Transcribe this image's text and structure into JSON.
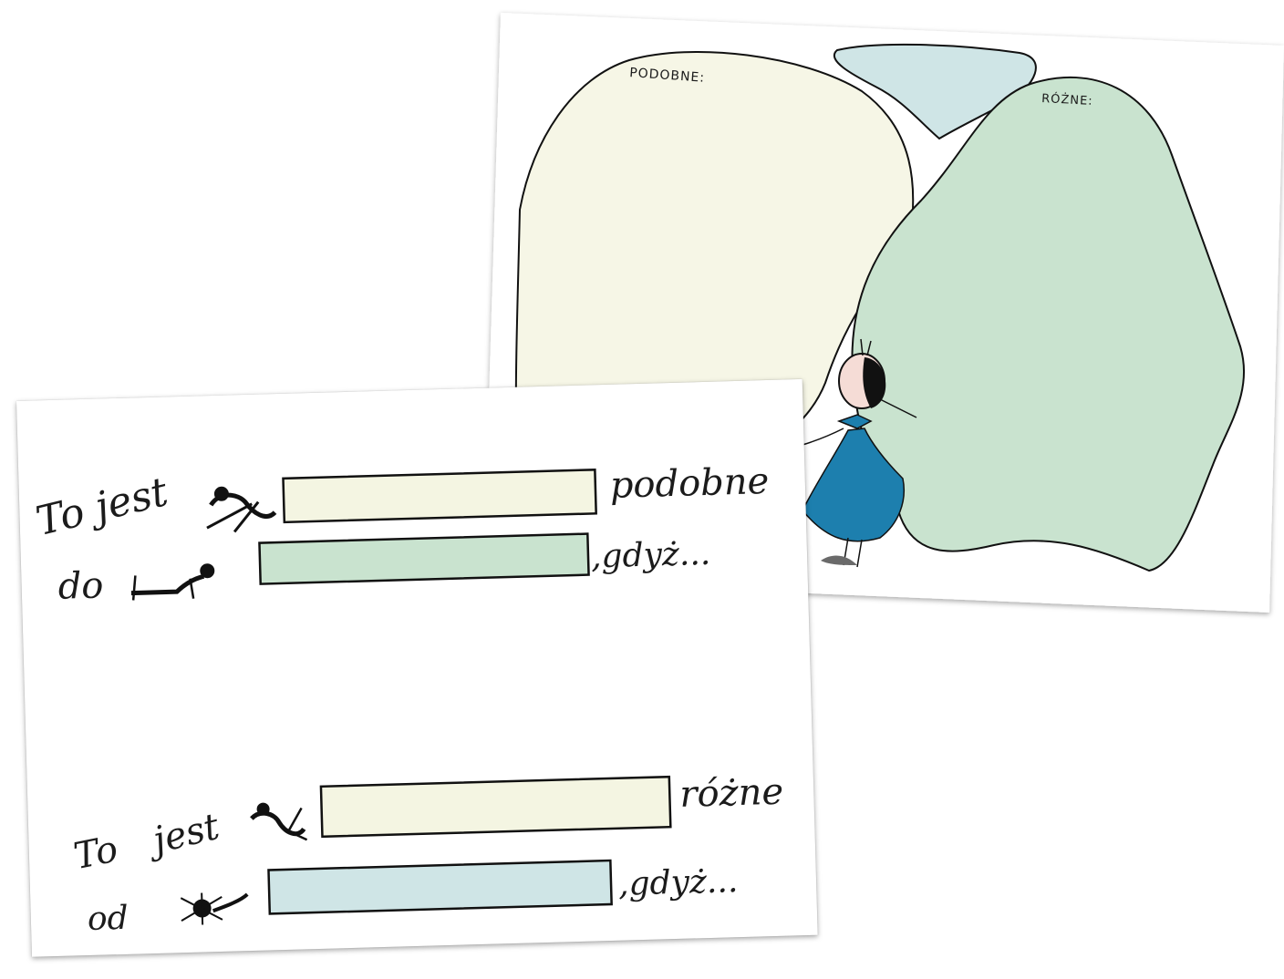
{
  "back_card": {
    "label_similar": "PODOBNE:",
    "label_different": "RÓŻNE:",
    "colors": {
      "similar_blob": "#f6f6e6",
      "different_blob": "#c9e3cf",
      "small_blob": "#cfe5e6",
      "dress": "#1d7fae",
      "outline": "#111111"
    }
  },
  "front_card": {
    "line1": {
      "prefix": "To jest",
      "suffix": "podobne",
      "second_prefix": "do",
      "second_suffix": ",gdyż..."
    },
    "line2": {
      "prefix_to": "To",
      "prefix_jest": "jest",
      "suffix": "różne",
      "second_prefix": "od",
      "second_suffix": ",gdyż..."
    },
    "colors": {
      "box_cream": "#f4f5e2",
      "box_green": "#c9e3cf",
      "box_blue": "#cfe5e6"
    }
  }
}
